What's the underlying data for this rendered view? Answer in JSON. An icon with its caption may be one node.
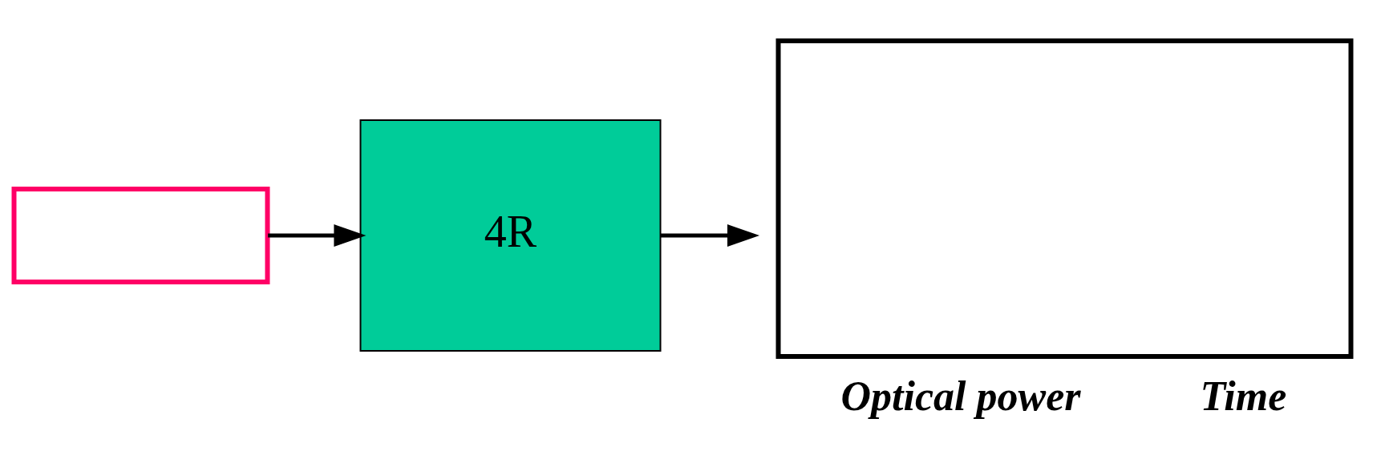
{
  "diagram": {
    "nodes": [
      {
        "text": [],
        "shape": "box"
      },
      {
        "text": [
          "4R"
        ]
      },
      {
        "text": [],
        "shape": "box",
        "beside": [
          "Optical power",
          "Time"
        ]
      }
    ],
    "edges": [
      {
        "from": 0,
        "to": 1,
        "arrow": "to"
      },
      {
        "from": 1,
        "to": 2,
        "arrow": "to"
      }
    ]
  }
}
